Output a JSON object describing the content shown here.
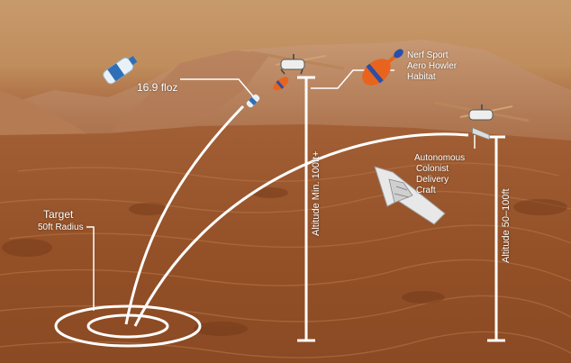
{
  "labels": {
    "bottle_volume": "16.9 floz",
    "habitat_line1": "Nerf Sport",
    "habitat_line2": "Aero Howler",
    "habitat_line3": "Habitat",
    "craft_line1": "Autonomous",
    "craft_line2": "Colonist",
    "craft_line3": "Delivery",
    "craft_line4": "Craft",
    "target_title": "Target",
    "target_radius": "50ft Radius",
    "altitude_min": "Altitude Min. 100ft+",
    "altitude_range": "Altitude 50–100ft"
  },
  "colors": {
    "sky": "#c79a6d",
    "terrain": "#9a5730",
    "annotation": "#ffffff",
    "howler_orange": "#e8641e",
    "howler_blue": "#2a4fa8"
  },
  "icons": [
    "water-bottle-icon",
    "nerf-howler-icon",
    "autogyro-icon",
    "flying-wing-glider-icon"
  ]
}
